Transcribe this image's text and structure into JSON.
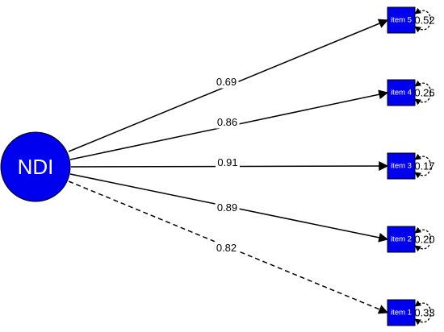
{
  "latent": {
    "label": "NDI",
    "color": "#0000ee"
  },
  "items": [
    {
      "label": "item 5",
      "loading": "0.69",
      "variance": "0.52",
      "line": "solid"
    },
    {
      "label": "item 4",
      "loading": "0.86",
      "variance": "0.26",
      "line": "solid"
    },
    {
      "label": "item 3",
      "loading": "0.91",
      "variance": "0.17",
      "line": "solid"
    },
    {
      "label": "item 2",
      "loading": "0.89",
      "variance": "0.20",
      "line": "solid"
    },
    {
      "label": "item 1",
      "loading": "0.82",
      "variance": "0.33",
      "line": "dashed"
    }
  ],
  "colors": {
    "node_fill": "#0000ee",
    "node_text": "#ffffff",
    "edge": "#000000",
    "background": "#ffffff"
  }
}
